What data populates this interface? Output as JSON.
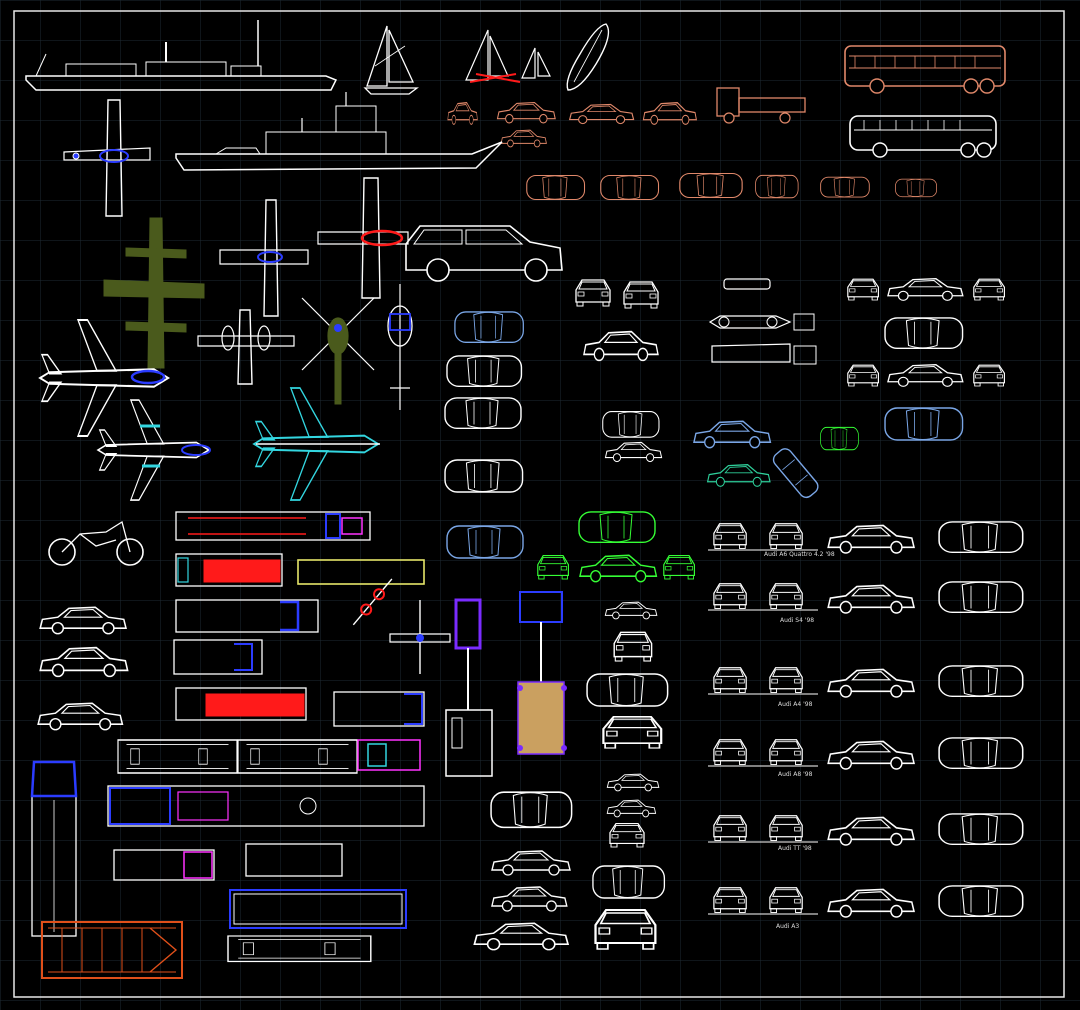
{
  "drawing": {
    "background": "#000000",
    "grid_color": "#1e2a33",
    "border_color": "#e8e8e8",
    "colors": {
      "white": "#ffffff",
      "salmon": "#e0886a",
      "blue": "#2b3cff",
      "red": "#ff1a1a",
      "cyan": "#33d6e0",
      "green": "#35ff35",
      "olive": "#4a5a1c",
      "lightblue": "#7aa6e6",
      "teal": "#2ecf9a",
      "magenta": "#ff33ff",
      "purple": "#7a2cff",
      "yellow": "#e6e66a",
      "orange": "#e0501a",
      "tan": "#caa060"
    }
  },
  "icons": {
    "ship": "cargo-ship-side-view",
    "warship": "warship-side-view",
    "sailboat": "sailboat-elevation",
    "surfboard": "surfboard-plan",
    "bus": "coach-bus-elevation",
    "truck": "flatbed-truck-elevation",
    "car": "car-elevation",
    "airplane": "airplane-plan",
    "helicopter": "helicopter-plan",
    "motorcycle": "motorcycle-elevation",
    "crane": "mobile-crane-plan"
  },
  "labels": {
    "audi_1": "Audi A6 Quattro 4.2 '98",
    "audi_2": "Audi S4 '98",
    "audi_3": "Audi A4 '98",
    "audi_4": "Audi A8 '98",
    "audi_5": "Audi TT '98",
    "audi_6": "Audi A3"
  }
}
